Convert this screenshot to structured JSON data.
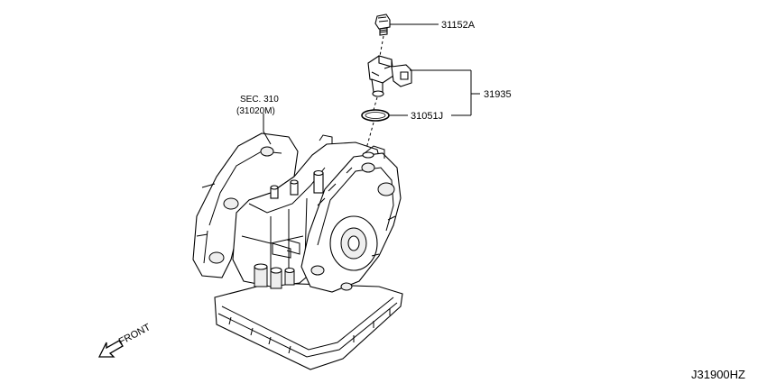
{
  "parts": {
    "bolt_label": "31152A",
    "sensor_label": "31935",
    "oring_label": "31051J",
    "section_line1": "SEC. 310",
    "section_line2": "(31020M)"
  },
  "front_label": "FRONT",
  "diagram_code": "J31900HZ"
}
